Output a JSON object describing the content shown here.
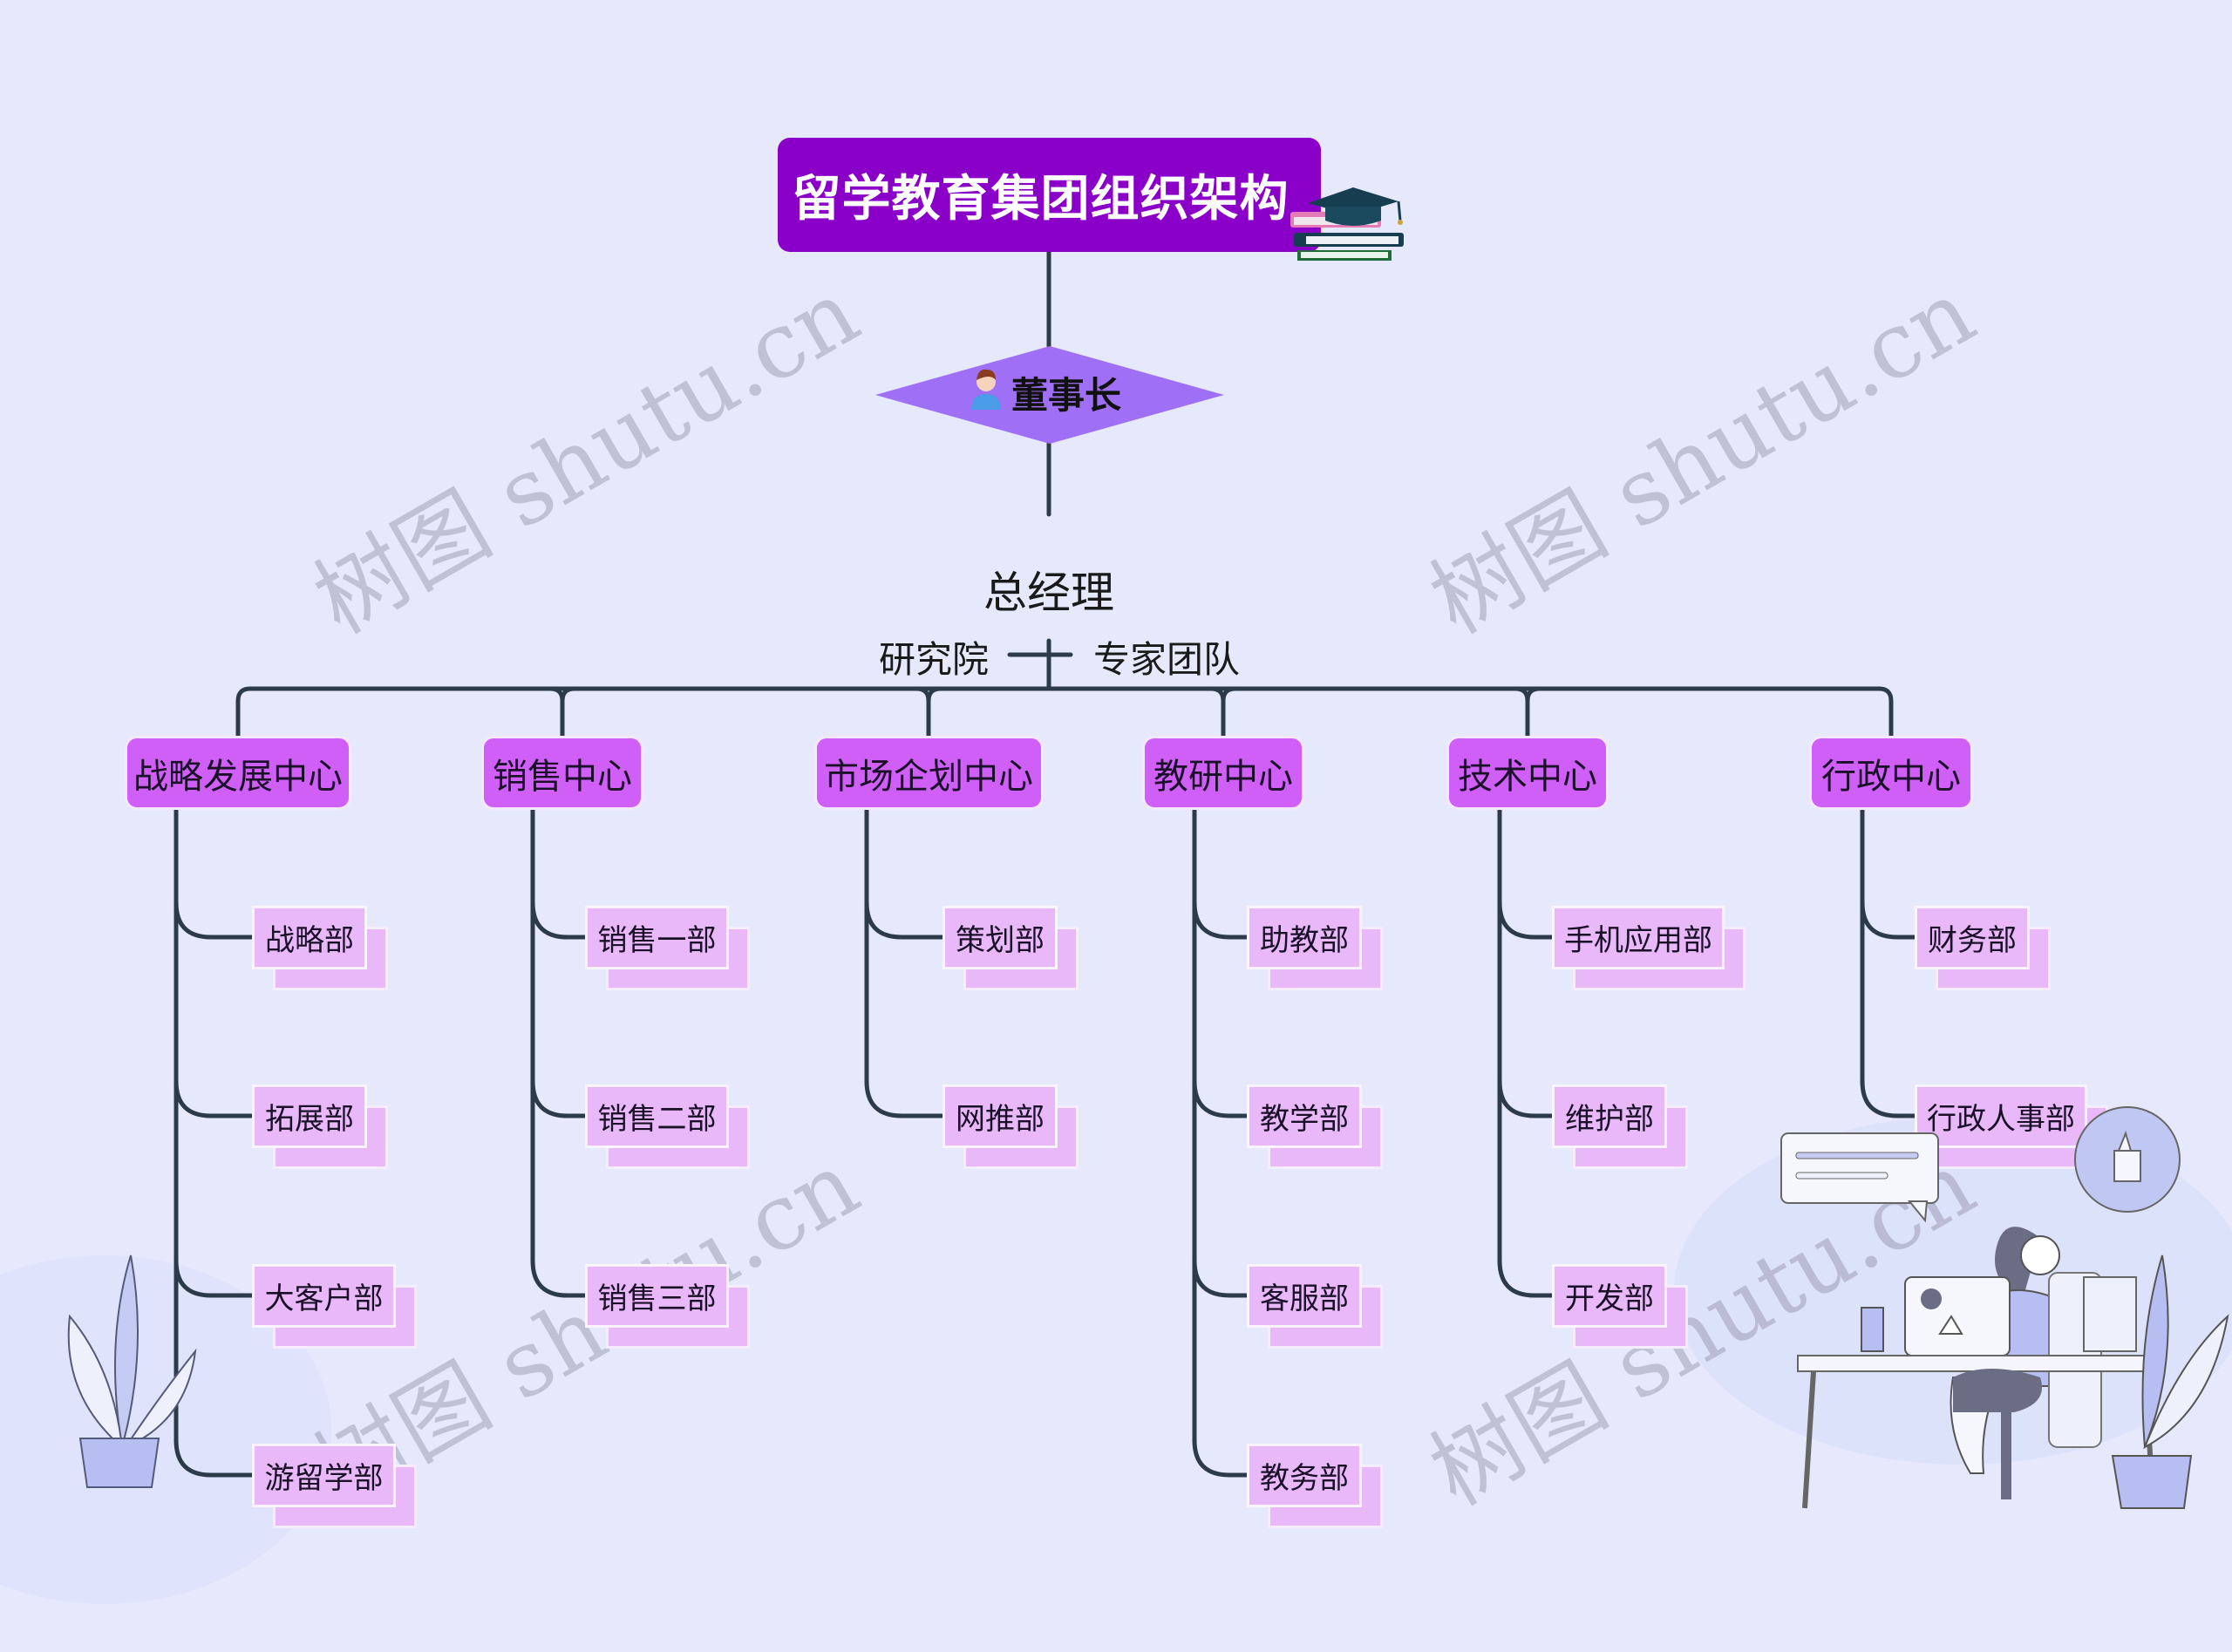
{
  "title": "留学教育集团组织架构",
  "chairman": "董事长",
  "general_manager": "总经理",
  "side_left": "研究院",
  "side_right": "专家团队",
  "watermark": "树图 shutu.cn",
  "colors": {
    "background": "#e6e9fc",
    "title": "#8a00c8",
    "diamond": "#9f6ff5",
    "center": "#d05ff8",
    "dept": "#e8b8f9",
    "line": "#2d3a4a"
  },
  "icons": {
    "title": "graduation-cap-books-icon",
    "chairman": "person-avatar-icon"
  },
  "groups": [
    {
      "label": "战略发展中心",
      "children": [
        "战略部",
        "拓展部",
        "大客户部",
        "游留学部"
      ]
    },
    {
      "label": "销售中心",
      "children": [
        "销售一部",
        "销售二部",
        "销售三部"
      ]
    },
    {
      "label": "市场企划中心",
      "children": [
        "策划部",
        "网推部"
      ]
    },
    {
      "label": "教研中心",
      "children": [
        "助教部",
        "教学部",
        "客服部",
        "教务部"
      ]
    },
    {
      "label": "技术中心",
      "children": [
        "手机应用部",
        "维护部",
        "开发部"
      ]
    },
    {
      "label": "行政中心",
      "children": [
        "财务部",
        "行政人事部"
      ]
    }
  ]
}
